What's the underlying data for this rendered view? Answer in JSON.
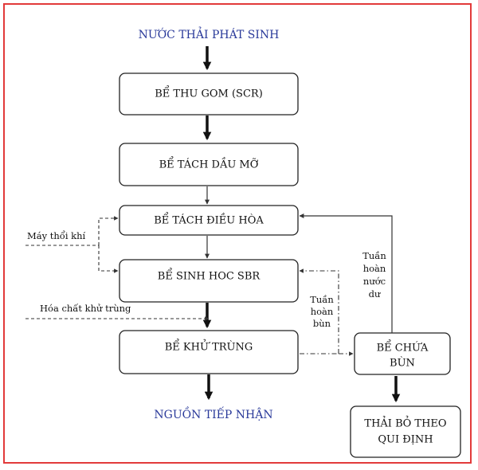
{
  "top_label": "NƯỚC THẢI PHÁT SINH",
  "bottom_label": "NGUỒN TIẾP NHẬN",
  "boxes": {
    "collect": "BỂ THU  GOM (SCR)",
    "oil": "BỂ TÁCH DẦU MỠ",
    "equalize": "BỂ TÁCH ĐIỀU HÒA",
    "sbr": "BỂ SINH HOC SBR",
    "disinfect": "BỂ KHỬ TRÙNG",
    "sludge_line1": "BỂ CHỨA",
    "sludge_line2": "BÙN",
    "dispose_line1": "THẢI BỎ THEO",
    "dispose_line2": "QUI ĐỊNH"
  },
  "side_labels": {
    "blower": "Máy thổi khí",
    "chemical": "Hóa chất khử trùng",
    "sludge_return_1": "Tuần",
    "sludge_return_2": "hoàn",
    "sludge_return_3": "bùn",
    "water_return_1": "Tuần",
    "water_return_2": "hoàn",
    "water_return_3": "nước",
    "water_return_4": "dư"
  },
  "colors": {
    "frame": "#e23a3a",
    "title": "#2a3a9a"
  }
}
